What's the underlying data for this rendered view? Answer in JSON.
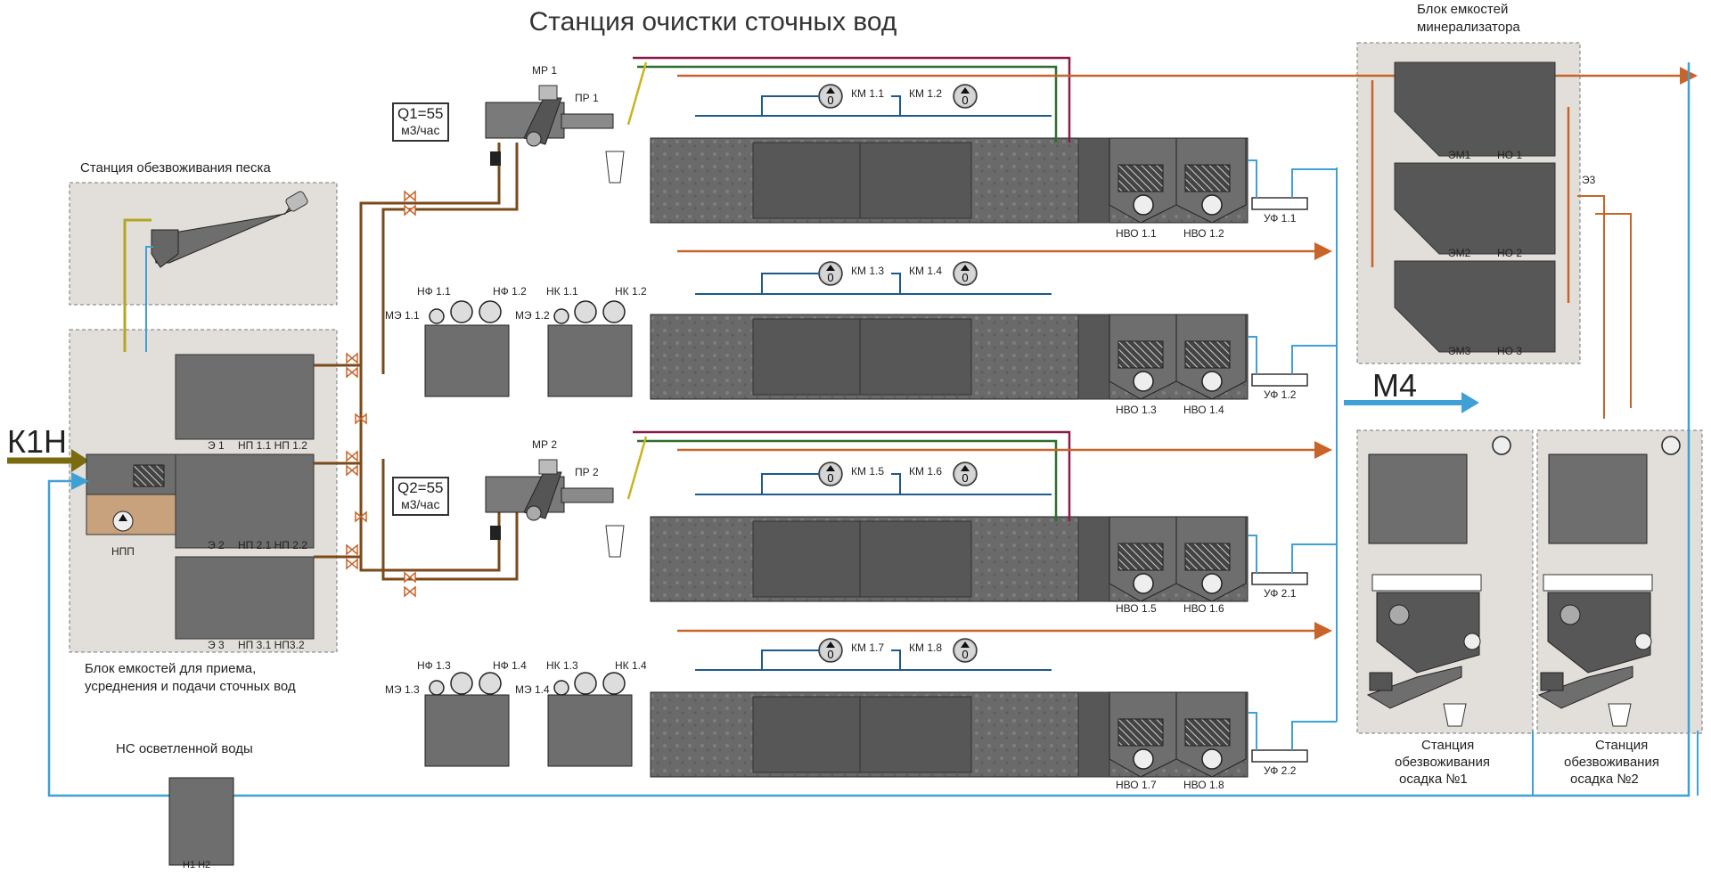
{
  "title": "Станция очистки сточных вод",
  "inlet_label": "К1Н",
  "outlet_label": "М4",
  "blocks": {
    "sand_station": "Станция обезвоживания песка",
    "receiving_line1": "Блок емкостей для приема,",
    "receiving_line2": "усреднения и подачи сточных вод",
    "clear_water_ns": "НС осветленной воды",
    "mineralizer_line1": "Блок емкостей",
    "mineralizer_line2": "минерализатора",
    "sludge1_line1": "Станция",
    "sludge1_line2": "обезвоживания",
    "sludge1_line3": "осадка №1",
    "sludge2_line1": "Станция",
    "sludge2_line2": "обезвоживания",
    "sludge2_line3": "осадка №2"
  },
  "flows": [
    {
      "line1": "Q1=55",
      "line2": "м3/час"
    },
    {
      "line1": "Q2=55",
      "line2": "м3/час"
    }
  ],
  "tank_labels": {
    "npp": "НПП",
    "e1": "Э 1",
    "np1": "НП 1.1 НП 1.2",
    "e2": "Э 2",
    "np2": "НП 2.1 НП 2.2",
    "e3": "Э 3",
    "np3": "НП 3.1 НП3.2",
    "h": "Н1   Н2"
  },
  "screens": {
    "mr1": "МР 1",
    "pr1": "ПР 1",
    "mr2": "МР 2",
    "pr2": "ПР 2"
  },
  "dosing": {
    "nf11": "НФ 1.1",
    "nf12": "НФ 1.2",
    "me11": "МЭ 1.1",
    "nk11": "НК 1.1",
    "nk12": "НК 1.2",
    "me12": "МЭ 1.2",
    "nf13": "НФ 1.3",
    "nf14": "НФ 1.4",
    "me13": "МЭ 1.3",
    "nk13": "НК 1.3",
    "nk14": "НК 1.4",
    "me14": "МЭ 1.4"
  },
  "compressors": [
    "КМ 1.1",
    "КМ 1.2",
    "КМ 1.3",
    "КМ 1.4",
    "КМ 1.5",
    "КМ 1.6",
    "КМ 1.7",
    "КМ 1.8"
  ],
  "gauge_value": "0",
  "sludge_pumps": [
    "НВО 1.1",
    "НВО 1.2",
    "НВО 1.3",
    "НВО 1.4",
    "НВО 1.5",
    "НВО 1.6",
    "НВО 1.7",
    "НВО 1.8"
  ],
  "uv_units": [
    "УФ 1.1",
    "УФ 1.2",
    "УФ 2.1",
    "УФ 2.2"
  ],
  "mineralizer_tanks": [
    {
      "em": "ЭМ1",
      "no": "НО 1"
    },
    {
      "em": "ЭМ2",
      "no": "НО 2"
    },
    {
      "em": "ЭМ3",
      "no": "НО 3"
    }
  ],
  "e3_label": "Э3",
  "colors": {
    "wastewater": "#7a5a10",
    "sludge": "#c8642a",
    "clear": "#3fa0d6",
    "sand": "#c9b420",
    "purple": "#8b1a4a",
    "green": "#2c6e2c",
    "blue_pipe": "#1d5a8c",
    "equipment": "#6e6e6e",
    "panel": "#e2dfda"
  }
}
